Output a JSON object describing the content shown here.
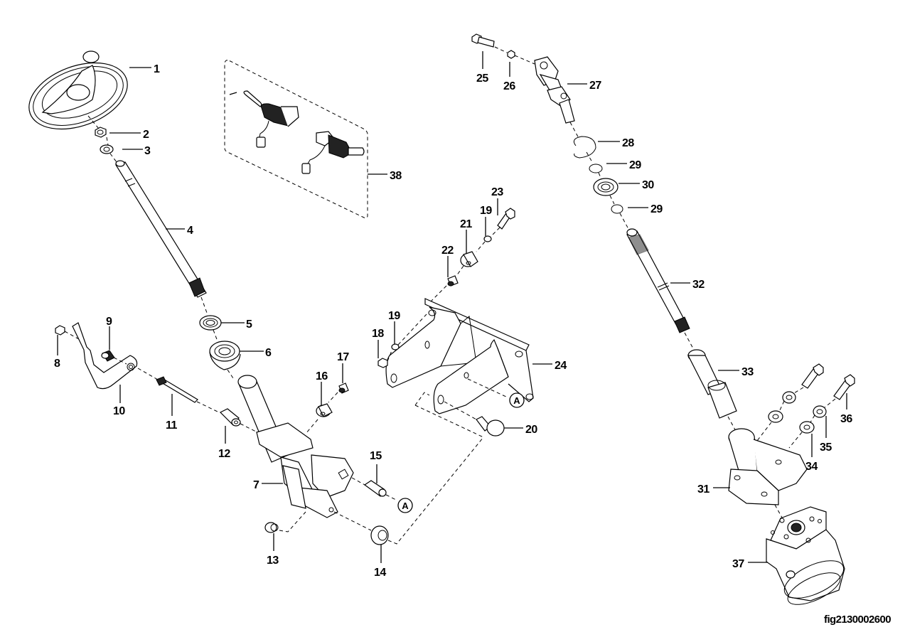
{
  "figure": {
    "id": "fig2130002600",
    "title": "Steering column assembly exploded view"
  },
  "callouts": [
    {
      "n": "1",
      "part": "steering wheel"
    },
    {
      "n": "2",
      "part": "nut"
    },
    {
      "n": "3",
      "part": "washer"
    },
    {
      "n": "4",
      "part": "steering shaft"
    },
    {
      "n": "5",
      "part": "bearing"
    },
    {
      "n": "6",
      "part": "bushing"
    },
    {
      "n": "7",
      "part": "steering column tube"
    },
    {
      "n": "8",
      "part": "nut"
    },
    {
      "n": "9",
      "part": "spacer"
    },
    {
      "n": "10",
      "part": "tilt lever"
    },
    {
      "n": "11",
      "part": "bolt"
    },
    {
      "n": "12",
      "part": "spacer"
    },
    {
      "n": "13",
      "part": "bushing"
    },
    {
      "n": "14",
      "part": "flanged bushing"
    },
    {
      "n": "15",
      "part": "pivot pin"
    },
    {
      "n": "16",
      "part": "rubber damper"
    },
    {
      "n": "17",
      "part": "spacer"
    },
    {
      "n": "18",
      "part": "nut"
    },
    {
      "n": "19",
      "part": "washer"
    },
    {
      "n": "20",
      "part": "bolt"
    },
    {
      "n": "21",
      "part": "rubber damper"
    },
    {
      "n": "22",
      "part": "spacer"
    },
    {
      "n": "23",
      "part": "bolt"
    },
    {
      "n": "24",
      "part": "mounting bracket"
    },
    {
      "n": "25",
      "part": "bolt"
    },
    {
      "n": "26",
      "part": "nut"
    },
    {
      "n": "27",
      "part": "universal joint"
    },
    {
      "n": "28",
      "part": "snap ring"
    },
    {
      "n": "29",
      "part": "circlip"
    },
    {
      "n": "30",
      "part": "bearing"
    },
    {
      "n": "31",
      "part": "support housing"
    },
    {
      "n": "32",
      "part": "lower shaft"
    },
    {
      "n": "33",
      "part": "sleeve"
    },
    {
      "n": "34",
      "part": "washer"
    },
    {
      "n": "35",
      "part": "lock washer"
    },
    {
      "n": "36",
      "part": "bolt"
    },
    {
      "n": "37",
      "part": "steering unit"
    },
    {
      "n": "38",
      "part": "combination switch kit"
    }
  ],
  "reference_marks": {
    "a": "A"
  }
}
